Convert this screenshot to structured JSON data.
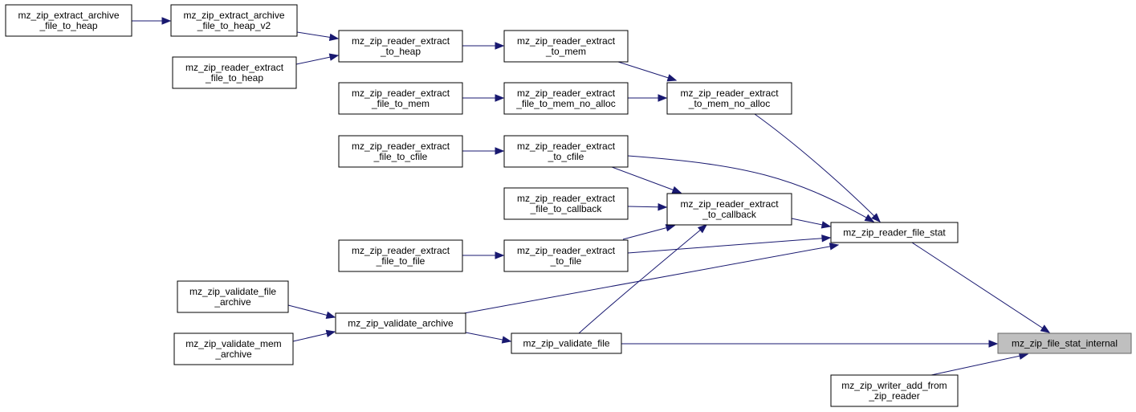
{
  "nodes": {
    "extract_archive_to_heap": [
      "mz_zip_extract_archive",
      "_file_to_heap"
    ],
    "extract_archive_to_heap_v2": [
      "mz_zip_extract_archive",
      "_file_to_heap_v2"
    ],
    "reader_extract_file_to_heap": [
      "mz_zip_reader_extract",
      "_file_to_heap"
    ],
    "reader_extract_to_heap": [
      "mz_zip_reader_extract",
      "_to_heap"
    ],
    "reader_extract_to_mem": [
      "mz_zip_reader_extract",
      "_to_mem"
    ],
    "reader_extract_file_to_mem": [
      "mz_zip_reader_extract",
      "_file_to_mem"
    ],
    "reader_extract_file_to_mem_no_alloc": [
      "mz_zip_reader_extract",
      "_file_to_mem_no_alloc"
    ],
    "reader_extract_to_mem_no_alloc": [
      "mz_zip_reader_extract",
      "_to_mem_no_alloc"
    ],
    "reader_extract_file_to_cfile": [
      "mz_zip_reader_extract",
      "_file_to_cfile"
    ],
    "reader_extract_to_cfile": [
      "mz_zip_reader_extract",
      "_to_cfile"
    ],
    "reader_extract_file_to_callback": [
      "mz_zip_reader_extract",
      "_file_to_callback"
    ],
    "reader_extract_to_callback": [
      "mz_zip_reader_extract",
      "_to_callback"
    ],
    "reader_extract_file_to_file": [
      "mz_zip_reader_extract",
      "_file_to_file"
    ],
    "reader_extract_to_file": [
      "mz_zip_reader_extract",
      "_to_file"
    ],
    "reader_file_stat": [
      "mz_zip_reader_file_stat"
    ],
    "validate_file_archive": [
      "mz_zip_validate_file",
      "_archive"
    ],
    "validate_mem_archive": [
      "mz_zip_validate_mem",
      "_archive"
    ],
    "validate_archive": [
      "mz_zip_validate_archive"
    ],
    "validate_file": [
      "mz_zip_validate_file"
    ],
    "file_stat_internal": [
      "mz_zip_file_stat_internal"
    ],
    "writer_add_from_zip_reader": [
      "mz_zip_writer_add_from",
      "_zip_reader"
    ]
  },
  "current_node": "file_stat_internal",
  "colors": {
    "edge": "#191970",
    "current_fill": "#bfbfbf",
    "current_stroke": "#666666"
  }
}
